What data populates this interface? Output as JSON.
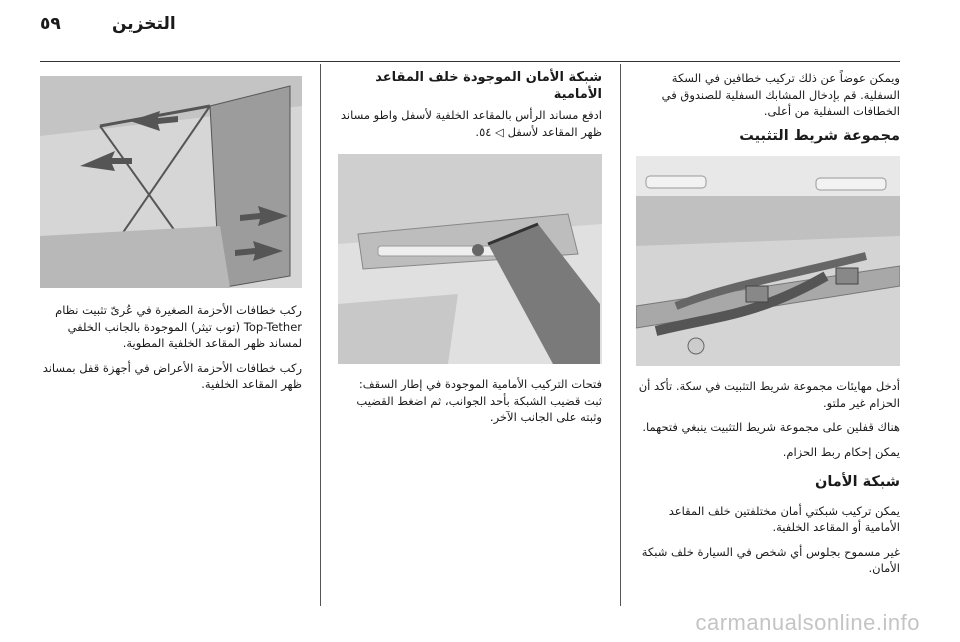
{
  "header": {
    "page_number": "٥٩",
    "title": "التخزين"
  },
  "right_column": {
    "intro": "ويمكن عوضاً عن ذلك تركيب خطافين في السكة السفلية. قم بإدخال المشابك السفلية للصندوق في الخطافات السفلية من أعلى.",
    "fastening_heading": "مجموعة شريط التثبيت",
    "fastening_p1": "أدخل مهايئات مجموعة شريط التثبيت في سكة. تأكد أن الحزام غير ملتو.",
    "fastening_p2": "هناك قفلين على مجموعة شريط التثبيت ينبغي فتحهما.",
    "fastening_p3": "يمكن إحكام ربط الحزام.",
    "safety_heading": "شبكة الأمان",
    "safety_p1": "يمكن تركيب شبكتي أمان مختلفتين خلف المقاعد الأمامية أو المقاعد الخلفية.",
    "safety_p2": "غير مسموح بجلوس أي شخص في السيارة خلف شبكة الأمان."
  },
  "middle_column": {
    "heading": "شبكة الأمان الموجودة خلف المقاعد الأمامية",
    "p1": "ادفع مساند الرأس بالمقاعد الخلفية لأسفل واطو مساند ظهر المقاعد لأسفل ◁ ٥٤.",
    "p2": "فتحات التركيب الأمامية الموجودة في إطار السقف: ثبت قضيب الشبكة بأحد الجوانب، ثم اضغط القضيب وثبته على الجانب الآخر."
  },
  "left_column": {
    "p1_a": "ركب خطافات الأحزمة الصغيرة في عُرىّ تثبيت نظام",
    "p1_b": "Top-Tether",
    "p1_c": "(توب تيثر) الموجودة بالجانب الخلفي لمساند ظهر المقاعد الخلفية المطوية.",
    "p2": "ركب خطافات الأحزمة الأعراض في أجهزة قفل بمساند ظهر المقاعد الخلفية."
  },
  "watermark": "carmanualsonline.info"
}
